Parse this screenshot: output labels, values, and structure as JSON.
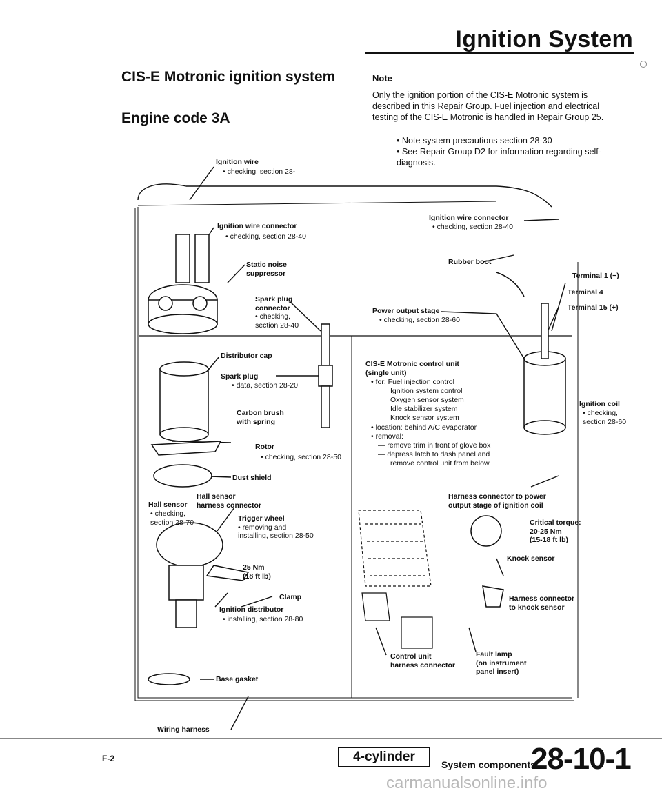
{
  "header": {
    "title": "Ignition System"
  },
  "main_title": "CIS-E Motronic ignition system",
  "engine_code": "Engine code 3A",
  "note": {
    "heading": "Note",
    "paragraph": "Only the ignition portion of the CIS-E Motronic system is described in this Repair Group. Fuel injection and electrical testing of the CIS-E Motronic is handled in Repair Group 25.",
    "bullets": [
      "• Note system precautions section 28-30",
      "• See Repair Group D2 for information regarding self-diagnosis."
    ]
  },
  "labels": {
    "ignition_wire": "Ignition wire",
    "ignition_wire_check": "• checking, section 28-",
    "ign_wire_conn_left": "Ignition wire connector",
    "ign_wire_conn_left_check": "• checking, section 28-40",
    "static_noise_1": "Static noise",
    "static_noise_2": "suppressor",
    "spark_plug_conn_1": "Spark plug",
    "spark_plug_conn_2": "connector",
    "spark_plug_conn_3": "• checking,",
    "spark_plug_conn_4": "section 28-40",
    "ign_wire_conn_right": "Ignition wire connector",
    "ign_wire_conn_right_check": "• checking, section 28-40",
    "rubber_boot": "Rubber boot",
    "terminal_1": "Terminal 1 (−)",
    "terminal_4": "Terminal 4",
    "terminal_15": "Terminal 15 (+)",
    "power_stage": "Power output stage",
    "power_stage_check": "• checking, section 28-60",
    "distributor_cap": "Distributor cap",
    "spark_plug": "Spark plug",
    "spark_plug_data": "• data, section 28-20",
    "carbon_brush_1": "Carbon brush",
    "carbon_brush_2": "with spring",
    "rotor": "Rotor",
    "rotor_check": "• checking, section 28-50",
    "dust_shield": "Dust shield",
    "hall_harness_1": "Hall sensor",
    "hall_harness_2": "harness connector",
    "hall_sensor": "Hall sensor",
    "hall_sensor_check_1": "• checking,",
    "hall_sensor_check_2": "section 28-70",
    "trigger_wheel": "Trigger wheel",
    "trigger_wheel_1": "• removing and",
    "trigger_wheel_2": "installing, section 28-50",
    "torque_25_1": "25 Nm",
    "torque_25_2": "(18 ft lb)",
    "clamp": "Clamp",
    "ign_distributor": "Ignition distributor",
    "ign_distributor_install": "• installing, section 28-80",
    "base_gasket": "Base gasket",
    "wiring_harness": "Wiring harness",
    "cu_title_1": "CIS-E Motronic control unit",
    "cu_title_2": "(single unit)",
    "cu_for": "• for: Fuel injection control",
    "cu_lines": [
      "Ignition system control",
      "Oxygen sensor system",
      "Idle stabilizer system",
      "Knock sensor system"
    ],
    "cu_location": "• location: behind A/C evaporator",
    "cu_removal": "• removal:",
    "cu_removal_1": "— remove trim in front of glove box",
    "cu_removal_2": "— depress latch to dash panel and",
    "cu_removal_3": "remove control unit from below",
    "ignition_coil": "Ignition coil",
    "ignition_coil_1": "• checking,",
    "ignition_coil_2": "section 28-60",
    "harness_power_1": "Harness connector to power",
    "harness_power_2": "output stage of ignition coil",
    "critical_1": "Critical torque:",
    "critical_2": "20-25 Nm",
    "critical_3": "(15-18 ft lb)",
    "knock_sensor": "Knock sensor",
    "harness_knock_1": "Harness connector",
    "harness_knock_2": "to knock sensor",
    "control_unit_1": "Control unit",
    "control_unit_2": "harness connector",
    "fault_lamp_1": "Fault lamp",
    "fault_lamp_2": "(on instrument",
    "fault_lamp_3": "panel insert)"
  },
  "footer": {
    "page_code": "F-2",
    "tab": "4-cylinder",
    "section": "System components",
    "page_number": "28-10-1",
    "watermark": "carmanualsonline.info"
  }
}
